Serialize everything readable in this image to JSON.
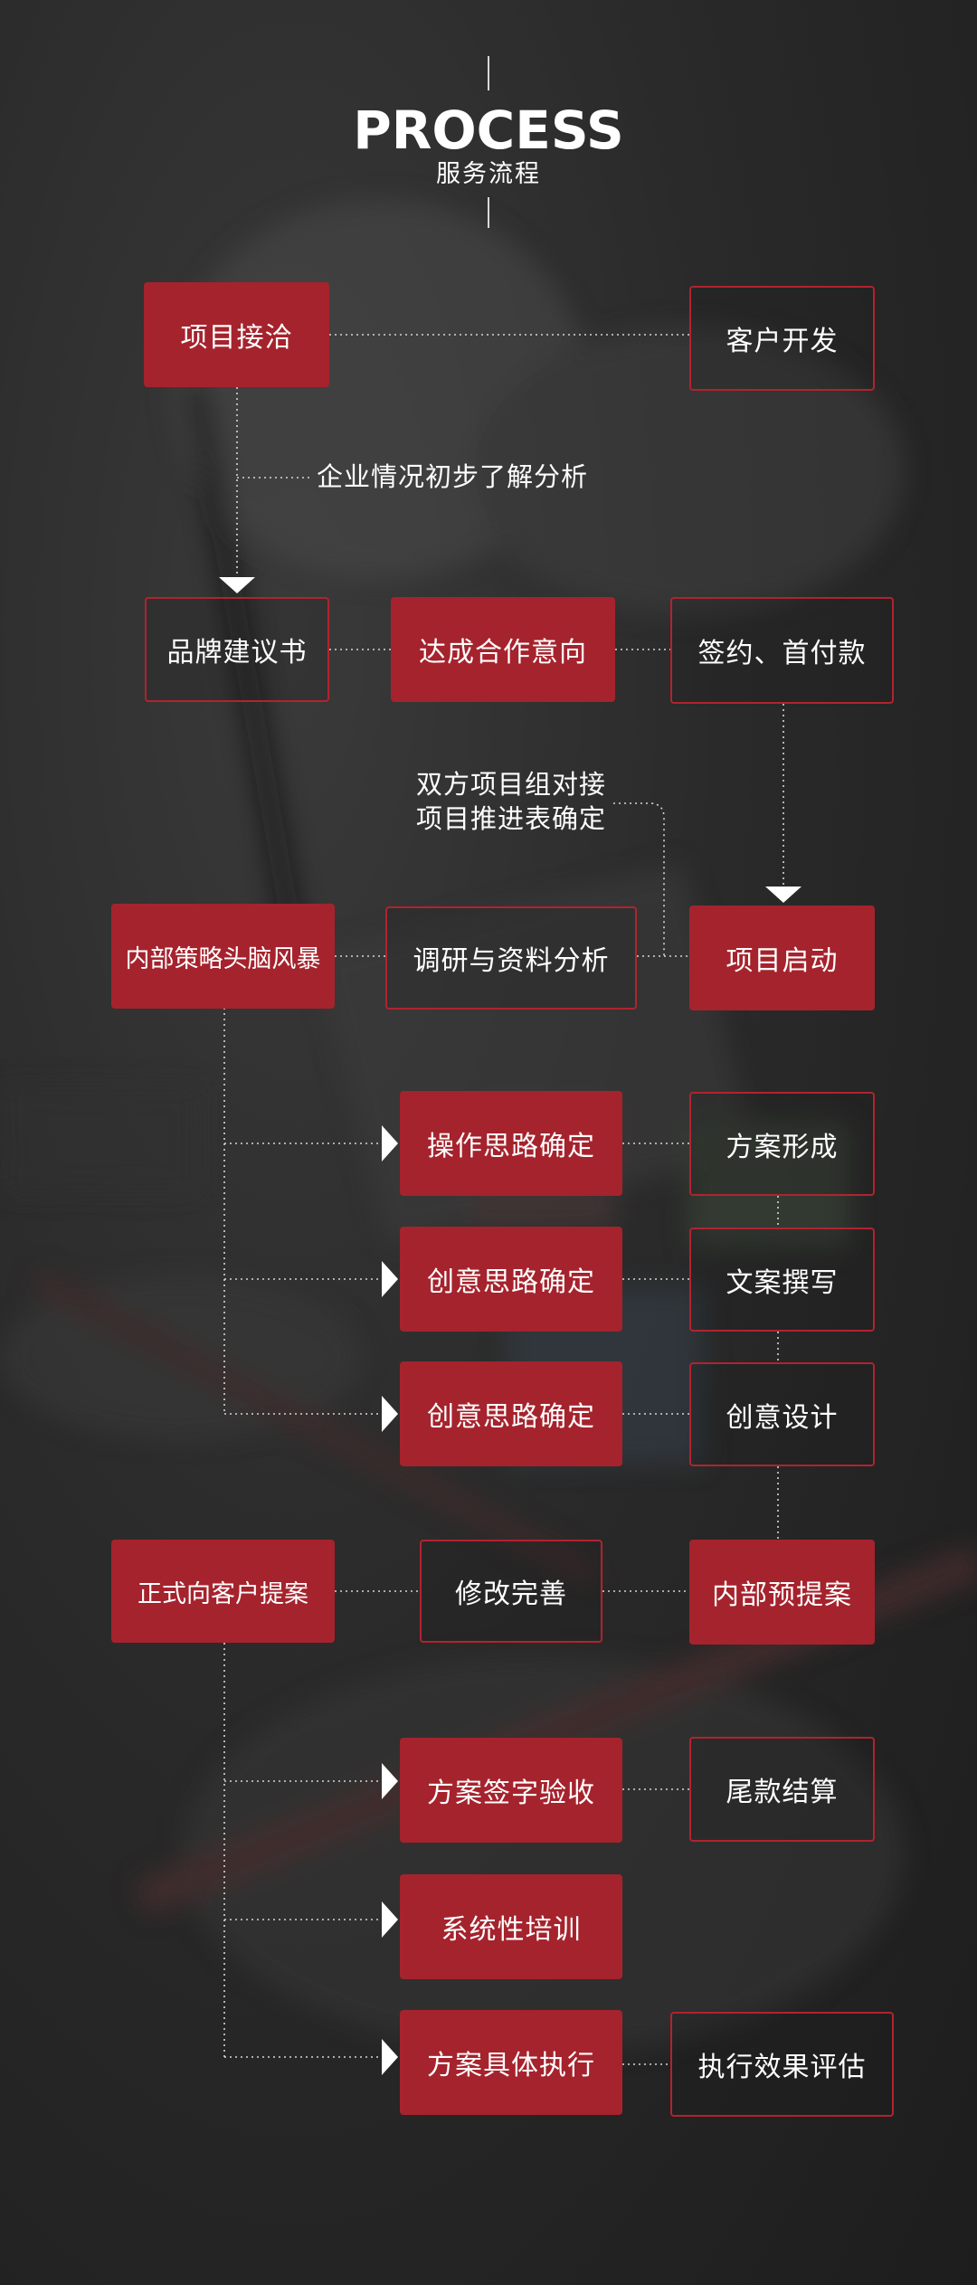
{
  "header": {
    "title": "PROCESS",
    "subtitle": "服务流程"
  },
  "nodes": {
    "project_inquiry": "项目接洽",
    "client_development": "客户开发",
    "brand_proposal": "品牌建议书",
    "cooperation_intent": "达成合作意向",
    "sign_payment": "签约、首付款",
    "internal_brainstorm": "内部策略头脑风暴",
    "research_analysis": "调研与资料分析",
    "project_kickoff": "项目启动",
    "operation_idea": "操作思路确定",
    "plan_formed": "方案形成",
    "creative_idea_1": "创意思路确定",
    "copywriting": "文案撰写",
    "creative_idea_2": "创意思路确定",
    "creative_design": "创意设计",
    "formal_proposal": "正式向客户提案",
    "revise_improve": "修改完善",
    "internal_pre_proposal": "内部预提案",
    "plan_sign_acceptance": "方案签字验收",
    "final_payment": "尾款结算",
    "systematic_training": "系统性培训",
    "plan_execution": "方案具体执行",
    "execution_evaluation": "执行效果评估"
  },
  "notes": {
    "enterprise_analysis": "企业情况初步了解分析",
    "team_docking_line1": "双方项目组对接",
    "team_docking_line2": "项目推进表确定"
  },
  "colors": {
    "accent": "#a5232d",
    "outline": "#b1232f",
    "background": "#262626",
    "line": "#d6d6d6"
  }
}
